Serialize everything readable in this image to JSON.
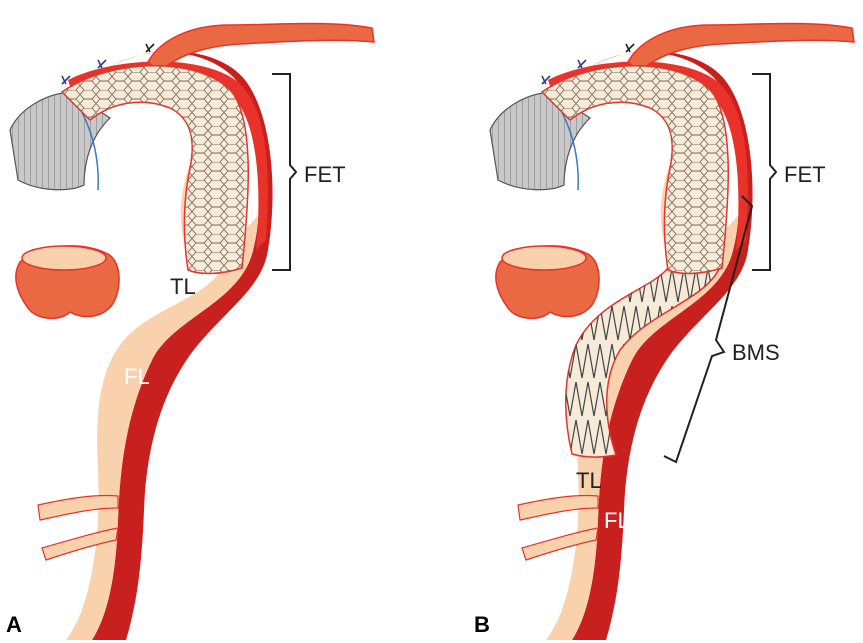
{
  "panels": [
    {
      "letter": "A",
      "labels": {
        "fet": "FET",
        "tl": "TL",
        "fl": "FL"
      }
    },
    {
      "letter": "B",
      "labels": {
        "fet": "FET",
        "bms": "BMS",
        "tl": "TL",
        "fl": "FL"
      }
    }
  ],
  "colors": {
    "false_lumen": "#c8201e",
    "true_lumen": "#f9d2ad",
    "vessel_wall": "#e8322a",
    "branch": "#e96a42",
    "graft": "#f6ead8",
    "stent_mesh": "#7a6a5a",
    "graft_collar": "#c8c8c8",
    "suture": "#2e3d8c"
  }
}
